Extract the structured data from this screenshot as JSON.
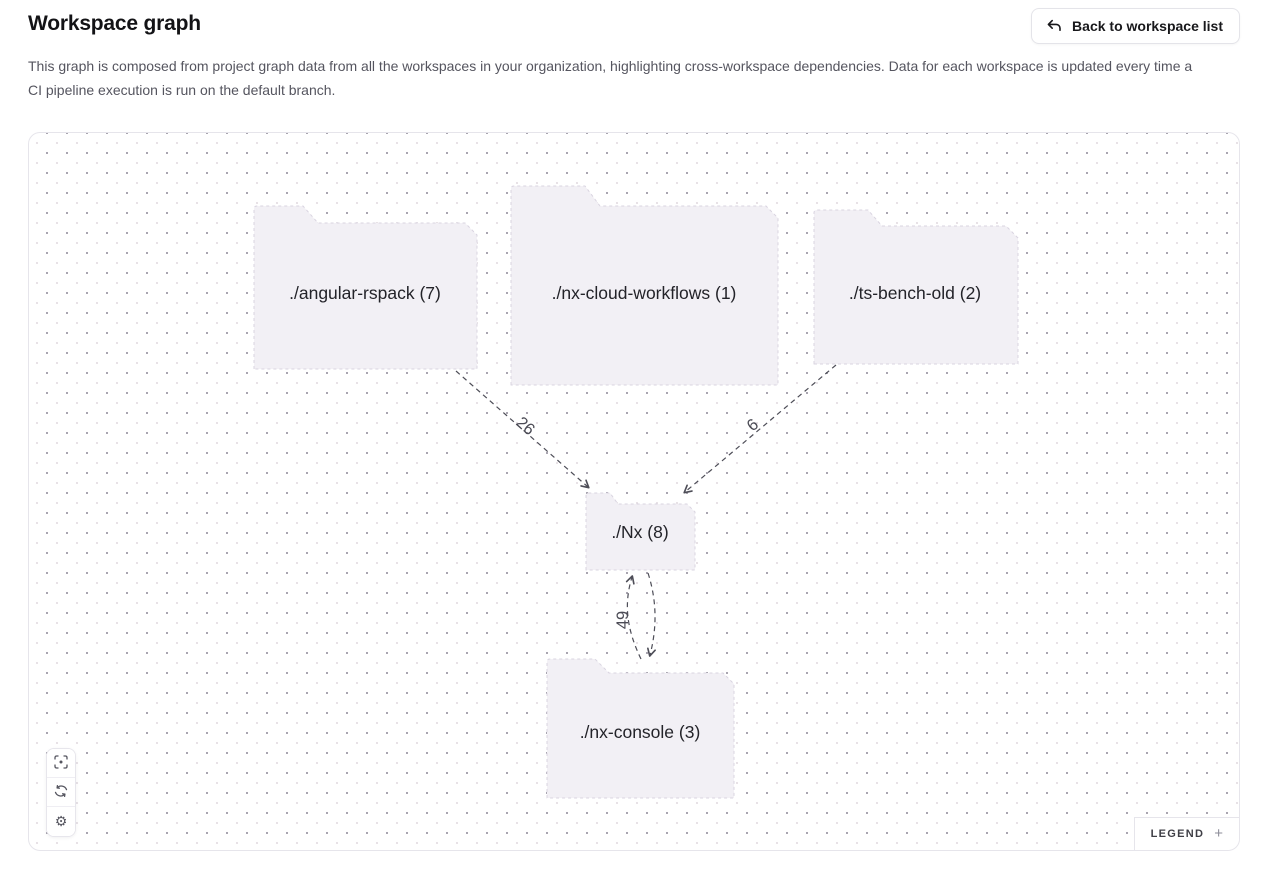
{
  "page": {
    "title": "Workspace graph",
    "description_line1": "This graph is composed from project graph data from all the workspaces in your organization, highlighting cross-workspace dependencies. Data for each workspace is updated every time a",
    "description_line2": "CI pipeline execution is run on the default branch."
  },
  "toolbar": {
    "back_button_label": "Back to workspace list",
    "back_button_icon": "undo-arrow"
  },
  "graph": {
    "nodes": [
      {
        "id": "angular-rspack",
        "label": "./angular-rspack (7)"
      },
      {
        "id": "nx-cloud-workflows",
        "label": "./nx-cloud-workflows (1)"
      },
      {
        "id": "ts-bench-old",
        "label": "./ts-bench-old (2)"
      },
      {
        "id": "nx",
        "label": "./Nx (8)"
      },
      {
        "id": "nx-console",
        "label": "./nx-console (3)"
      }
    ],
    "edges": [
      {
        "from": "./angular-rspack",
        "to": "./Nx",
        "label": "26"
      },
      {
        "from": "./ts-bench-old",
        "to": "./Nx",
        "label": "6"
      },
      {
        "from": "./nx-console",
        "to": "./Nx",
        "label": "49"
      },
      {
        "from": "./Nx",
        "to": "./nx-console",
        "label": ""
      }
    ],
    "colors": {
      "node_fill": "#f2f0f5",
      "node_border": "#d9d4e0",
      "edge": "#4d4d57",
      "dot_grid": "#a9a5b0"
    }
  },
  "map_controls": {
    "icons": [
      "fit-view-crosshair",
      "refresh-cycle",
      "settings-gear"
    ],
    "gear_glyph": "⚙"
  },
  "legend": {
    "label": "LEGEND",
    "expand_glyph": "+"
  }
}
